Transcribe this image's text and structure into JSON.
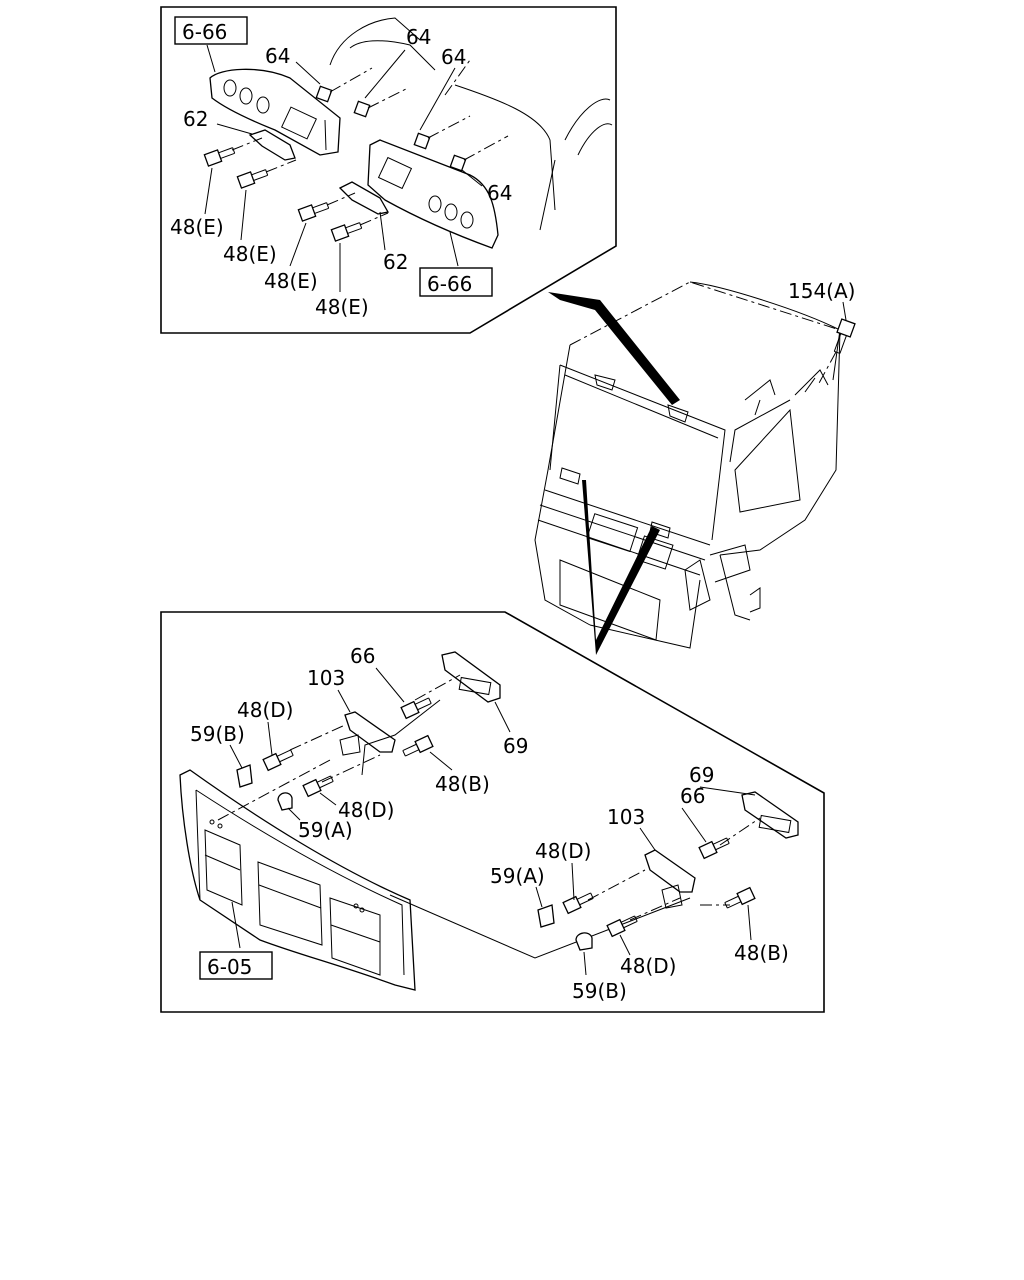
{
  "labels": {
    "ref_6_66_top": "6-66",
    "ref_6_66_bottom": "6-66",
    "ref_6_05": "6-05",
    "p64_a": "64",
    "p64_b": "64",
    "p64_c": "64",
    "p64_d": "64",
    "p62_a": "62",
    "p62_b": "62",
    "p48e_a": "48(E)",
    "p48e_b": "48(E)",
    "p48e_c": "48(E)",
    "p48e_d": "48(E)",
    "p154a": "154(A)",
    "p66_a": "66",
    "p103_a": "103",
    "p48d_a": "48(D)",
    "p59b_a": "59(B)",
    "p69_a": "69",
    "p48b_a": "48(B)",
    "p48d_b": "48(D)",
    "p59a_a": "59(A)",
    "p69_b": "69",
    "p66_b": "66",
    "p103_b": "103",
    "p48d_c": "48(D)",
    "p59a_b": "59(A)",
    "p48b_b": "48(B)",
    "p48d_d": "48(D)",
    "p59b_b": "59(B)"
  }
}
